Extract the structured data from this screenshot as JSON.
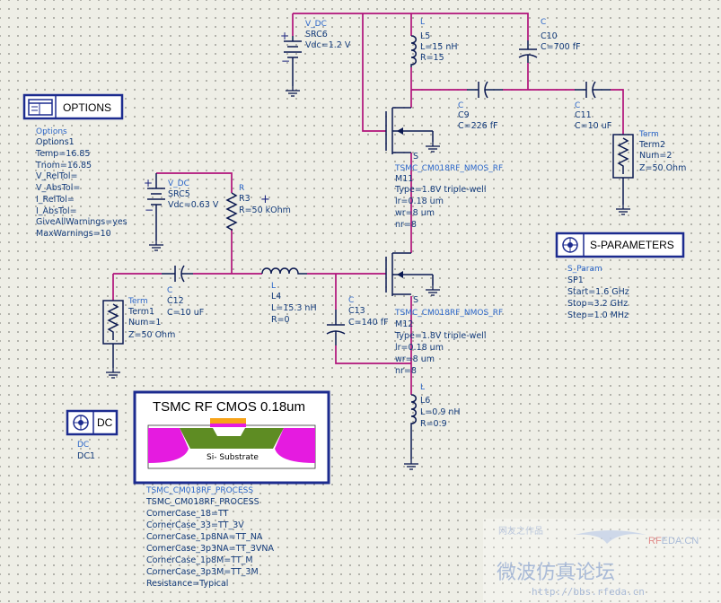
{
  "options": {
    "head": "OPTIONS",
    "lines": [
      "Options",
      "Options1",
      "Temp=16.85",
      "Tnom=16.85",
      "V_RelTol=",
      "V_AbsTol=",
      "I_RelTol=",
      "I_AbsTol=",
      "GiveAllWarnings=yes",
      "MaxWarnings=10"
    ]
  },
  "sparams": {
    "head": "S-PARAMETERS",
    "lines": [
      "S_Param",
      "SP1",
      "Start=1.6 GHz",
      "Stop=3.2 GHz",
      "Step=1.0 MHz"
    ]
  },
  "dc": {
    "head": "DC",
    "lines": [
      "DC",
      "DC1"
    ]
  },
  "process": {
    "title": "TSMC RF CMOS 0.18um",
    "substrate": "Si- Substrate",
    "lines": [
      "TSMC_CM018RF_PROCESS",
      "TSMC_CM018RF_PROCESS",
      "CornerCase_18=TT",
      "CornerCase_33=TT_3V",
      "CornerCase_1p8NA=TT_NA",
      "CornerCase_3p3NA=TT_3VNA",
      "CornerCase_1p8M=TT_M",
      "CornerCase_3p3M=TT_3M",
      "Resistance=Typical"
    ]
  },
  "src6": [
    "V_DC",
    "SRC6",
    "Vdc=1.2 V"
  ],
  "src5": [
    "V_DC",
    "SRC5",
    "Vdc=0.63 V"
  ],
  "l5": [
    "L",
    "L5",
    "L=15 nH",
    "R=15"
  ],
  "c10": [
    "C",
    "C10",
    "C=700 fF"
  ],
  "c9": [
    "C",
    "C9",
    "C=226 fF"
  ],
  "c11": [
    "C",
    "C11",
    "C=10 uF"
  ],
  "term2": [
    "Term",
    "Term2",
    "Num=2",
    "Z=50 Ohm"
  ],
  "m11": [
    "TSMC_CM018RF_NMOS_RF",
    "M11",
    "Type=1.8V triple-well",
    "lr=0.18 um",
    "wr=8 um",
    "nr=8"
  ],
  "m12": [
    "TSMC_CM018RF_NMOS_RF",
    "M12",
    "Type=1.8V triple-well",
    "lr=0.18 um",
    "wr=8 um",
    "nr=8"
  ],
  "r3": [
    "R",
    "R3",
    "R=50 kOhm"
  ],
  "c12": [
    "C",
    "C12",
    "C=10 uF"
  ],
  "l4": [
    "L",
    "L4",
    "L=15.3 nH",
    "R=0"
  ],
  "c13": [
    "C",
    "C13",
    "C=140 fF"
  ],
  "term1": [
    "Term",
    "Term1",
    "Num=1",
    "Z=50 Ohm"
  ],
  "l6": [
    "L",
    "L6",
    "L=0.9 nH",
    "R=0.9"
  ],
  "pins": {
    "s": "S",
    "plus": "+"
  },
  "watermark": {
    "site_cn": "微波仿真论坛",
    "url": "http://bbs.rfeda.cn",
    "logo_a": "RF",
    "logo_b": "EDA.CN",
    "tag": "网友之作品"
  },
  "colors": {
    "wire": "#b0127a",
    "part": "#0a1850",
    "label": "#123a7a",
    "magenta": "#e51be0",
    "green": "#5e8c23",
    "gate": "#f7a318"
  }
}
